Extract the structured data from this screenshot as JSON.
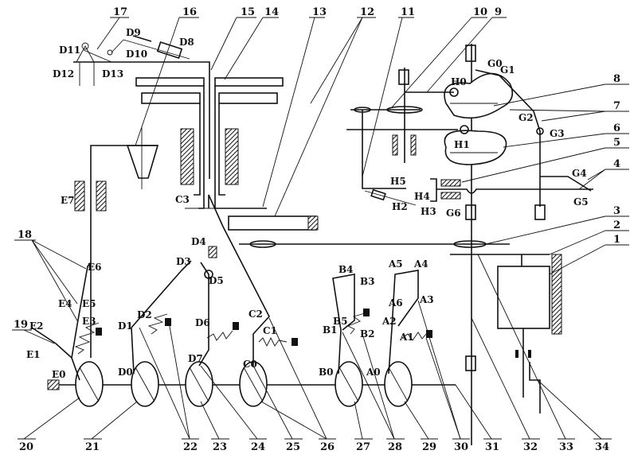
{
  "numbers": {
    "n1": "1",
    "n2": "2",
    "n3": "3",
    "n4": "4",
    "n5": "5",
    "n6": "6",
    "n7": "7",
    "n8": "8",
    "n9": "9",
    "n10": "10",
    "n11": "11",
    "n12": "12",
    "n13": "13",
    "n14": "14",
    "n15": "15",
    "n16": "16",
    "n17": "17",
    "n18": "18",
    "n19": "19",
    "n20": "20",
    "n21": "21",
    "n22": "22",
    "n23": "23",
    "n24": "24",
    "n25": "25",
    "n26": "26",
    "n27": "27",
    "n28": "28",
    "n29": "29",
    "n30": "30",
    "n31": "31",
    "n32": "32",
    "n33": "33",
    "n34": "34"
  },
  "labels": {
    "D0": "D0",
    "D1": "D1",
    "D2": "D2",
    "D3": "D3",
    "D4": "D4",
    "D5": "D5",
    "D6": "D6",
    "D7": "D7",
    "D8": "D8",
    "D9": "D9",
    "D10": "D10",
    "D11": "D11",
    "D12": "D12",
    "D13": "D13",
    "E0": "E0",
    "E1": "E1",
    "E2": "E2",
    "E3": "E3",
    "E4": "E4",
    "E5": "E5",
    "E6": "E6",
    "E7": "E7",
    "C0": "C0",
    "C1": "C1",
    "C2": "C2",
    "C3": "C3",
    "B0": "B0",
    "B1": "B1",
    "B2": "B2",
    "B3": "B3",
    "B4": "B4",
    "B5": "B5",
    "A0": "A0",
    "A1": "A1",
    "A2": "A2",
    "A3": "A3",
    "A4": "A4",
    "A5": "A5",
    "A6": "A6",
    "G0": "G0",
    "G1": "G1",
    "G2": "G2",
    "G3": "G3",
    "G4": "G4",
    "G5": "G5",
    "G6": "G6",
    "H0": "H0",
    "H1": "H1",
    "H2": "H2",
    "H3": "H3",
    "H4": "H4",
    "H5": "H5"
  }
}
